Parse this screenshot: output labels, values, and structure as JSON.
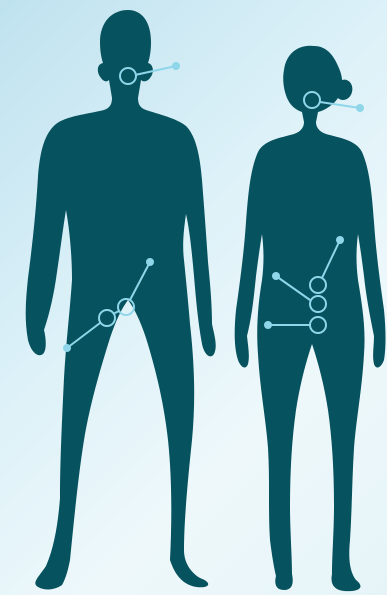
{
  "colors": {
    "silhouette": "#06525e",
    "marker": "#8fd6ea",
    "background_start": "#bfe2ef",
    "background_end": "#eef8fb"
  },
  "figures": [
    {
      "name": "male-figure",
      "markers": [
        "neck-marker",
        "groin-upper-marker",
        "groin-lower-marker"
      ]
    },
    {
      "name": "female-figure",
      "markers": [
        "neck-marker",
        "abdomen-upper-marker",
        "abdomen-middle-marker",
        "abdomen-lower-marker"
      ]
    }
  ]
}
